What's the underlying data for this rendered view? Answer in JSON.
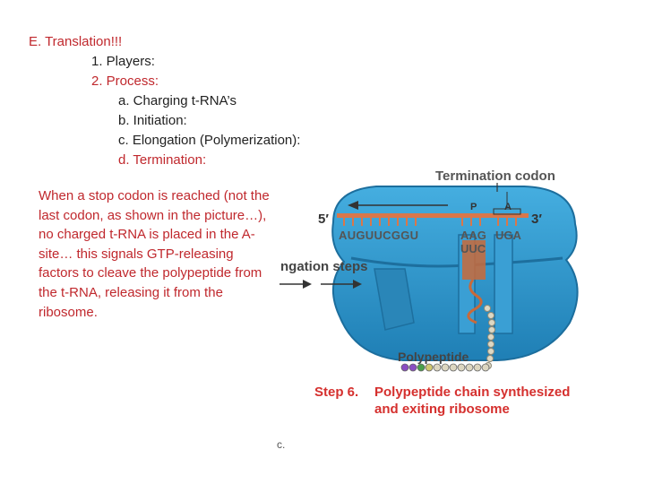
{
  "outline": {
    "heading": "E. Translation!!!",
    "item1": "1. Players:",
    "item2": "2. Process:",
    "sub_a": "a. Charging t-RNA’s",
    "sub_b": "b. Initiation:",
    "sub_c": "c. Elongation (Polymerization):",
    "sub_d": "d. Termination:"
  },
  "paragraph": "When a stop codon is reached (not the last codon, as shown in the picture…), no charged t-RNA is placed in the A-site… this signals GTP-releasing factors to cleave the polypeptide from the t-RNA, releasing it from the ribosome.",
  "figure": {
    "termination_codon_label": "Termination codon",
    "five_prime": "5′",
    "three_prime": "3′",
    "p_site": "P",
    "a_site": "A",
    "mrna_left": "AUGUUCGGU",
    "mrna_mid": "AAG",
    "mrna_stop": "UGA",
    "anticodon": "UUC",
    "elongation_steps": "ngation steps",
    "polypeptide_label": "Polypeptide",
    "caption_step": "Step 6.",
    "caption_line1": "Polypeptide chain synthesized",
    "caption_line2": "and exiting ribosome",
    "stray_mark": "c."
  },
  "colors": {
    "text_red": "#c0282d",
    "ribosome_blue": "#2a93c9",
    "ribosome_dark": "#1d6f9e",
    "mrna_orange": "#d9774a",
    "caption_red": "#d5302e",
    "label_gray": "#555555"
  }
}
